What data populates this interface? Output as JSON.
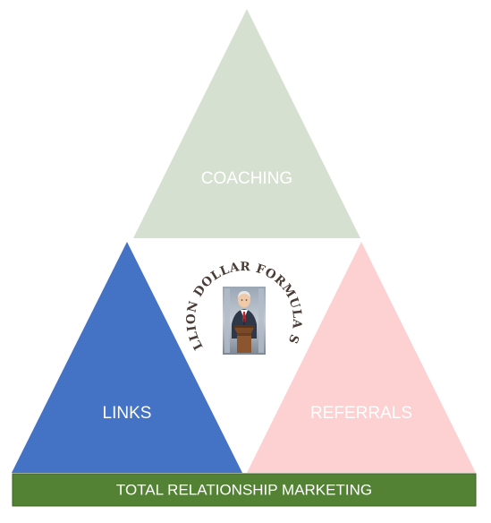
{
  "diagram": {
    "triangles": {
      "top": {
        "label": "COACHING",
        "color": "#d6e0d0"
      },
      "left": {
        "label": "LINKS",
        "color": "#4472c4"
      },
      "right": {
        "label": "REFERRALS",
        "color": "#fdd0d2"
      }
    },
    "base_bar": {
      "label": "TOTAL RELATIONSHIP MARKETING",
      "color": "#548235",
      "border_color": "#3c6124"
    },
    "logo": {
      "text": "THE MILLION DOLLAR FORMULA SEMINAR",
      "text_color": "#4a3c36"
    }
  }
}
